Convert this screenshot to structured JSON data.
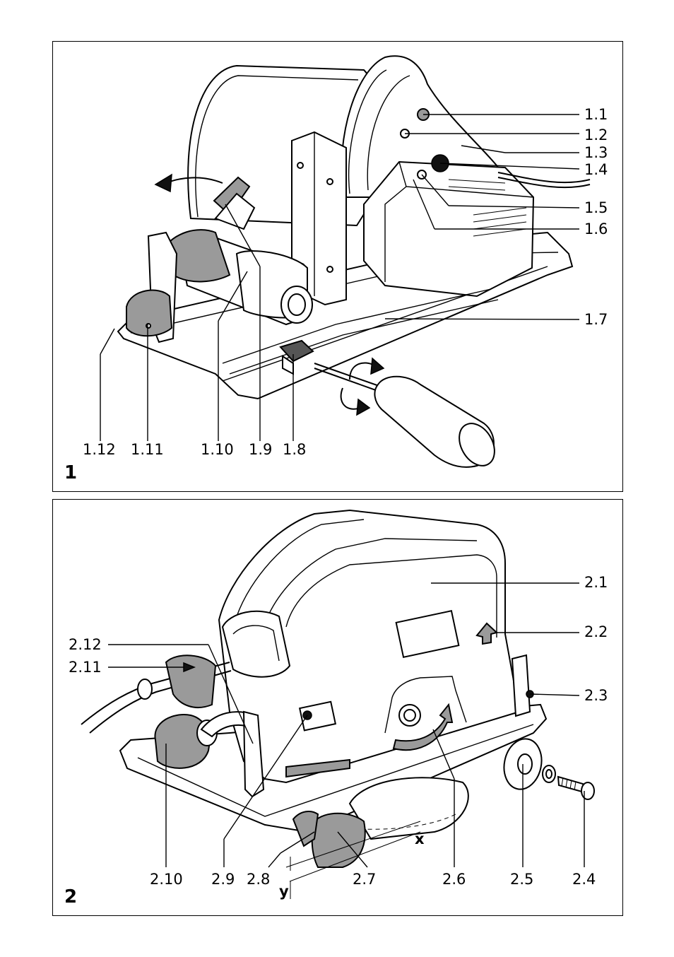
{
  "figure1": {
    "number": "1",
    "callouts": [
      "1.1",
      "1.2",
      "1.3",
      "1.4",
      "1.5",
      "1.6",
      "1.7"
    ],
    "bottom_labels": [
      "1.12",
      "1.11",
      "1.10",
      "1.9",
      "1.8"
    ]
  },
  "figure2": {
    "number": "2",
    "callouts_right": [
      "2.1",
      "2.2",
      "2.3"
    ],
    "callouts_left": [
      "2.12",
      "2.11"
    ],
    "bottom_labels": [
      "2.10",
      "2.9",
      "2.8",
      "2.7",
      "2.6",
      "2.5",
      "2.4"
    ],
    "dimension_x": "x",
    "dimension_y": "y"
  }
}
